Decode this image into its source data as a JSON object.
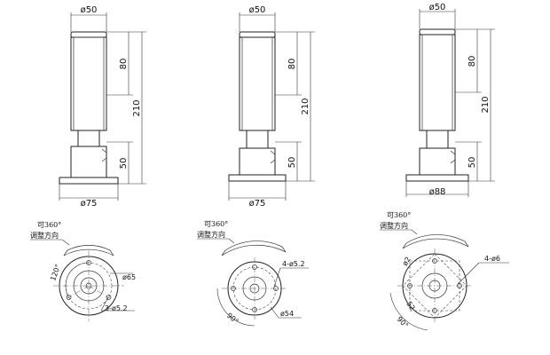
{
  "towers": [
    {
      "top_diameter": "ø50",
      "upper_height": "80",
      "total_height": "210",
      "base_height": "50",
      "base_diameter": "ø75"
    },
    {
      "top_diameter": "ø50",
      "upper_height": "80",
      "total_height": "210",
      "base_height": "50",
      "base_diameter": "ø75"
    },
    {
      "top_diameter": "ø50",
      "upper_height": "80",
      "total_height": "210",
      "base_height": "50",
      "base_diameter": "ø88"
    }
  ],
  "rotation_note": {
    "line1": "可360°",
    "line2": "调整方向"
  },
  "bases": [
    {
      "note1": "可360°",
      "note2": "调整方向",
      "angle": "120°",
      "outer_diameter": "ø65",
      "holes": "3-ø5.2"
    },
    {
      "note1": "可360°",
      "note2": "调整方向",
      "angle": "90°",
      "holes": "4-ø5.2",
      "outer_diameter": "ø54"
    },
    {
      "note1": "可360°",
      "note2": "调整方向",
      "square_diameter": "ø2",
      "holes": "4-ø6",
      "square_side": "52",
      "angle": "90°"
    }
  ]
}
